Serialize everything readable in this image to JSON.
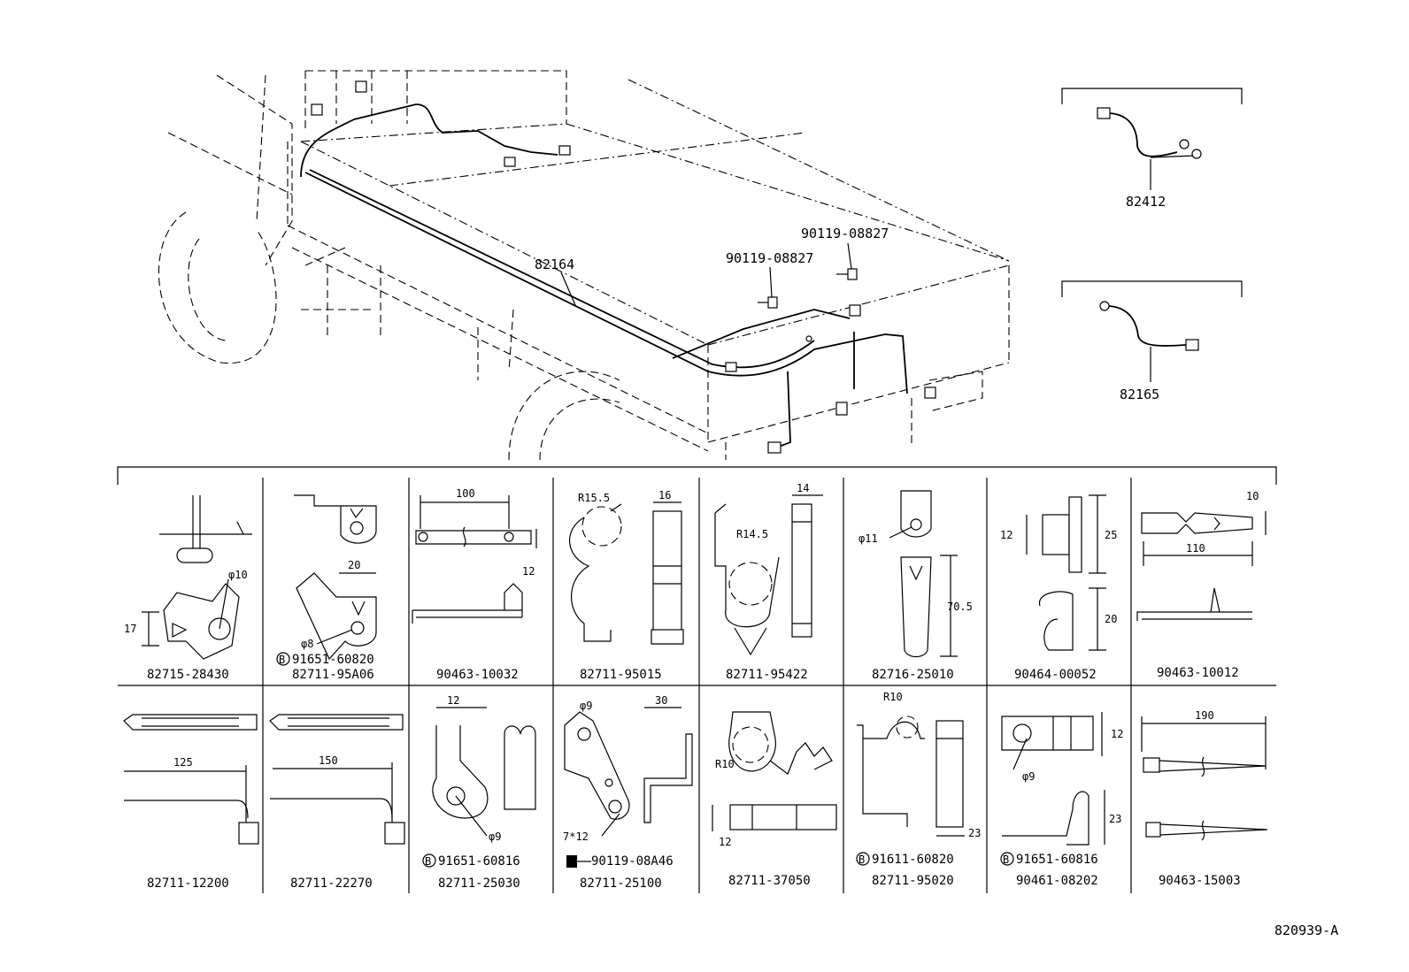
{
  "diagram": {
    "reference": "820939-A",
    "main_callouts": {
      "harness": "82164",
      "bolt_upper": "90119-08827",
      "bolt_lower": "90119-08827"
    },
    "insets": [
      {
        "part": "82412"
      },
      {
        "part": "82165"
      }
    ],
    "parts_row1": [
      {
        "part": "82715-28430",
        "dims": [
          "φ10",
          "17"
        ]
      },
      {
        "part": "82711-95A06",
        "sub": "91651-60820",
        "dims": [
          "20",
          "φ8"
        ]
      },
      {
        "part": "90463-10032",
        "dims": [
          "100",
          "12"
        ]
      },
      {
        "part": "82711-95015",
        "dims": [
          "R15.5",
          "16"
        ]
      },
      {
        "part": "82711-95422",
        "dims": [
          "14",
          "R14.5"
        ]
      },
      {
        "part": "82716-25010",
        "dims": [
          "φ11",
          "70.5"
        ]
      },
      {
        "part": "90464-00052",
        "dims": [
          "12",
          "25",
          "20"
        ]
      },
      {
        "part": "90463-10012",
        "dims": [
          "10",
          "110"
        ]
      }
    ],
    "parts_row2": [
      {
        "part": "82711-12200",
        "dims": [
          "125"
        ]
      },
      {
        "part": "82711-22270",
        "dims": [
          "150"
        ]
      },
      {
        "part": "82711-25030",
        "sub": "91651-60816",
        "dims": [
          "12",
          "φ9"
        ]
      },
      {
        "part": "82711-25100",
        "sub": "90119-08A46",
        "dims": [
          "φ9",
          "30",
          "7*12"
        ]
      },
      {
        "part": "82711-37050",
        "dims": [
          "R10",
          "12"
        ]
      },
      {
        "part": "82711-95020",
        "sub": "91611-60820",
        "dims": [
          "R10",
          "23"
        ]
      },
      {
        "part": "90461-08202",
        "sub": "91651-60816",
        "dims": [
          "12",
          "φ9",
          "23"
        ]
      },
      {
        "part": "90463-15003",
        "dims": [
          "190"
        ]
      }
    ],
    "sub_marker": "B"
  }
}
